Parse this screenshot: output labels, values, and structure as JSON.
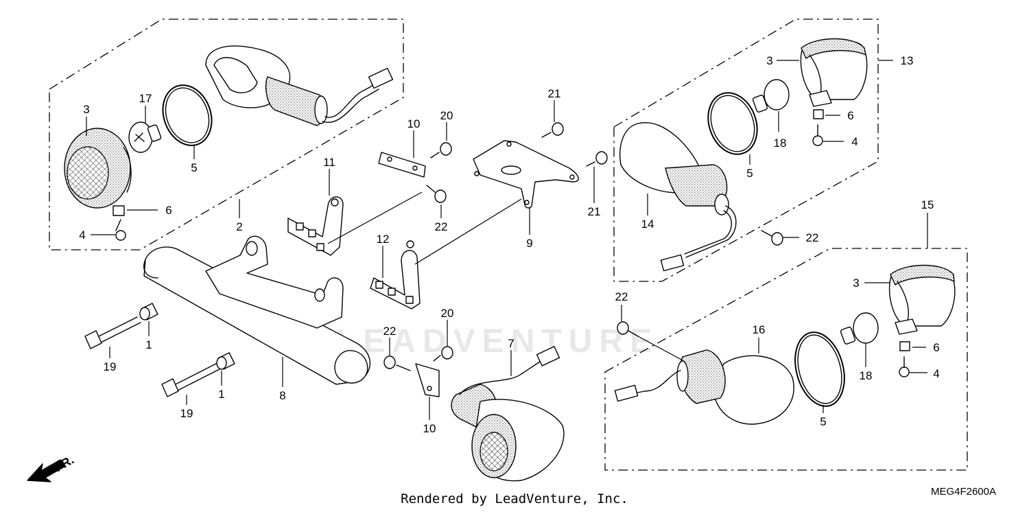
{
  "diagram": {
    "callouts": {
      "left_lamp": {
        "lens": "3",
        "bulb": "17",
        "ring": "5",
        "nut": "6",
        "screw": "4",
        "assembly": "2"
      },
      "right_upper_lamp": {
        "lens": "3",
        "bulb": "18",
        "ring": "5",
        "nut": "6",
        "screw": "4",
        "assembly": "13",
        "housing": "14",
        "bolt": "22"
      },
      "right_lower_lamp": {
        "lens": "3",
        "bulb": "18",
        "ring": "5",
        "nut": "6",
        "screw": "4",
        "assembly": "15",
        "housing": "16",
        "bolt": "22"
      },
      "bracket_left": {
        "stay": "11"
      },
      "bracket_mid": {
        "stay": "12",
        "plate": "10",
        "bolt": "20",
        "screw": "22"
      },
      "bracket_plate": {
        "stay": "9",
        "bolt_a": "21",
        "bolt_b": "21"
      },
      "bar": {
        "bar": "8",
        "collar_a": "1",
        "collar_b": "1",
        "bolt_a": "19",
        "bolt_b": "19"
      },
      "front_lamp": {
        "wire": "7",
        "plate": "10",
        "bolt": "20",
        "screw": "22"
      }
    },
    "direction_label": "FR.",
    "watermark": "LEADVENTURE"
  },
  "footer": {
    "credit": "Rendered by LeadVenture, Inc.",
    "diagram_code": "MEG4F2600A"
  }
}
